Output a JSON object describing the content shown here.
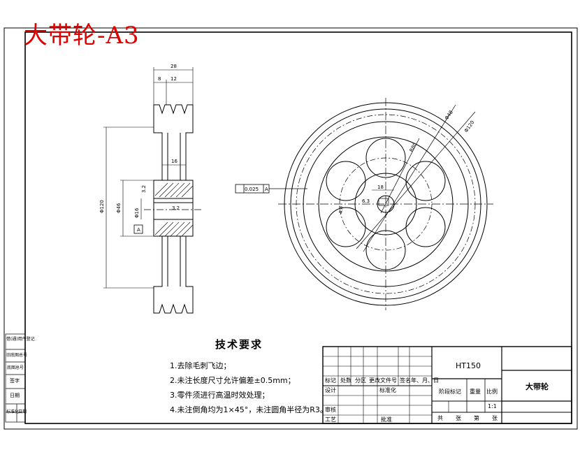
{
  "title": "大带轮-A3",
  "technical_requirements": {
    "heading": "技术要求",
    "items": [
      "1.去除毛刺飞边；",
      "2.未注长度尺寸允许偏差±0.5mm；",
      "3.零件须进行高温时效处理；",
      "4.未注倒角均为1×45°，未注圆角半径为R3。"
    ]
  },
  "title_block": {
    "material": "HT150",
    "part_name": "大带轮",
    "scale_label": "比例",
    "scale_value": "1:1",
    "weight_label": "重量",
    "stage_label": "阶段标记",
    "row_labels": [
      "标记",
      "处数",
      "分区",
      "更改文件号",
      "签名",
      "年、月、日"
    ],
    "design": "设计",
    "standardization": "标准化",
    "review": "审核",
    "process": "工艺",
    "approve": "批准",
    "sheets": [
      "共",
      "张",
      "第",
      "张"
    ]
  },
  "left_strip": [
    "借(通)用件登记",
    "旧底图总号",
    "底图总号",
    "签字",
    "日期"
  ],
  "left_strip_bottom": [
    "标准化",
    "日期"
  ],
  "dimensions": {
    "width_total": "28",
    "groove_a": "8",
    "groove_b": "12",
    "hub_width": "16",
    "outer_dia": "Φ120",
    "pitch_dia": "Φ46",
    "bore_dia": "Φ16",
    "keyway": "3.2",
    "roughness_a": "3.2",
    "roughness_b": "6.3",
    "datum": "A",
    "radius_a": "Φ48",
    "radius_b": "Φ120",
    "radius_c": "R80",
    "runout": "0.025",
    "key_w": "18",
    "key_h": "4.8"
  }
}
